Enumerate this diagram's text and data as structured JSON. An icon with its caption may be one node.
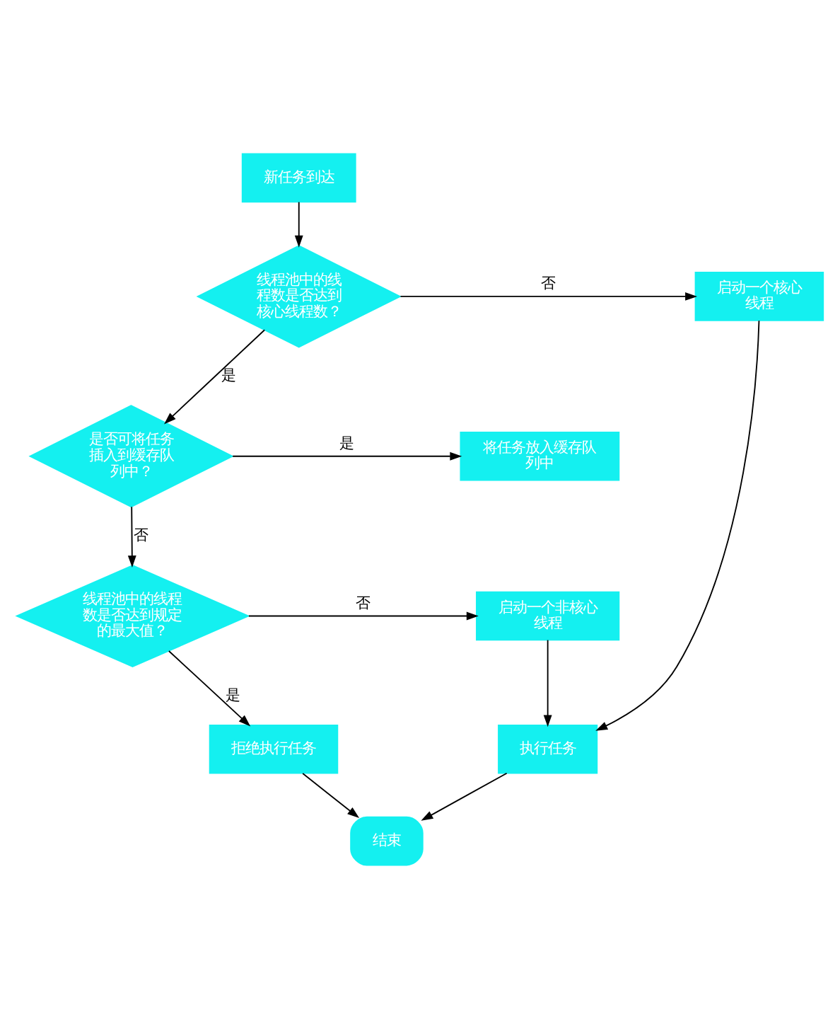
{
  "diagram": {
    "nodes": [
      {
        "text": [
          "新任务到达"
        ]
      },
      {
        "text": [
          "线程池中的线程数是否达到核心线程数？"
        ]
      },
      {
        "text": [
          "启动一个核心线程"
        ]
      },
      {
        "text": [
          "是否可将任务插入到缓存队列中？"
        ]
      },
      {
        "text": [
          "将任务放入缓存队列中"
        ]
      },
      {
        "text": [
          "线程池中的线程数是否达到规定的最大值？"
        ]
      },
      {
        "text": [
          "启动一个非核心线程"
        ]
      },
      {
        "text": [
          "拒绝执行任务"
        ]
      },
      {
        "text": [
          "执行任务"
        ]
      },
      {
        "text": [
          "结束"
        ]
      }
    ],
    "edges": [
      {
        "from": 0,
        "to": 1,
        "arrow": "to"
      },
      {
        "from": 1,
        "to": 2,
        "arrow": "to",
        "label": "否"
      },
      {
        "from": 1,
        "to": 3,
        "arrow": "to",
        "label": "是"
      },
      {
        "from": 3,
        "to": 4,
        "arrow": "to",
        "label": "是"
      },
      {
        "from": 3,
        "to": 5,
        "arrow": "to",
        "label": "否"
      },
      {
        "from": 5,
        "to": 6,
        "arrow": "to",
        "label": "否"
      },
      {
        "from": 5,
        "to": 7,
        "arrow": "to",
        "label": "是"
      },
      {
        "from": 6,
        "to": 8,
        "arrow": "to"
      },
      {
        "from": 2,
        "to": 8,
        "arrow": "to"
      },
      {
        "from": 7,
        "to": 9,
        "arrow": "to"
      },
      {
        "from": 8,
        "to": 9,
        "arrow": "to"
      }
    ]
  }
}
